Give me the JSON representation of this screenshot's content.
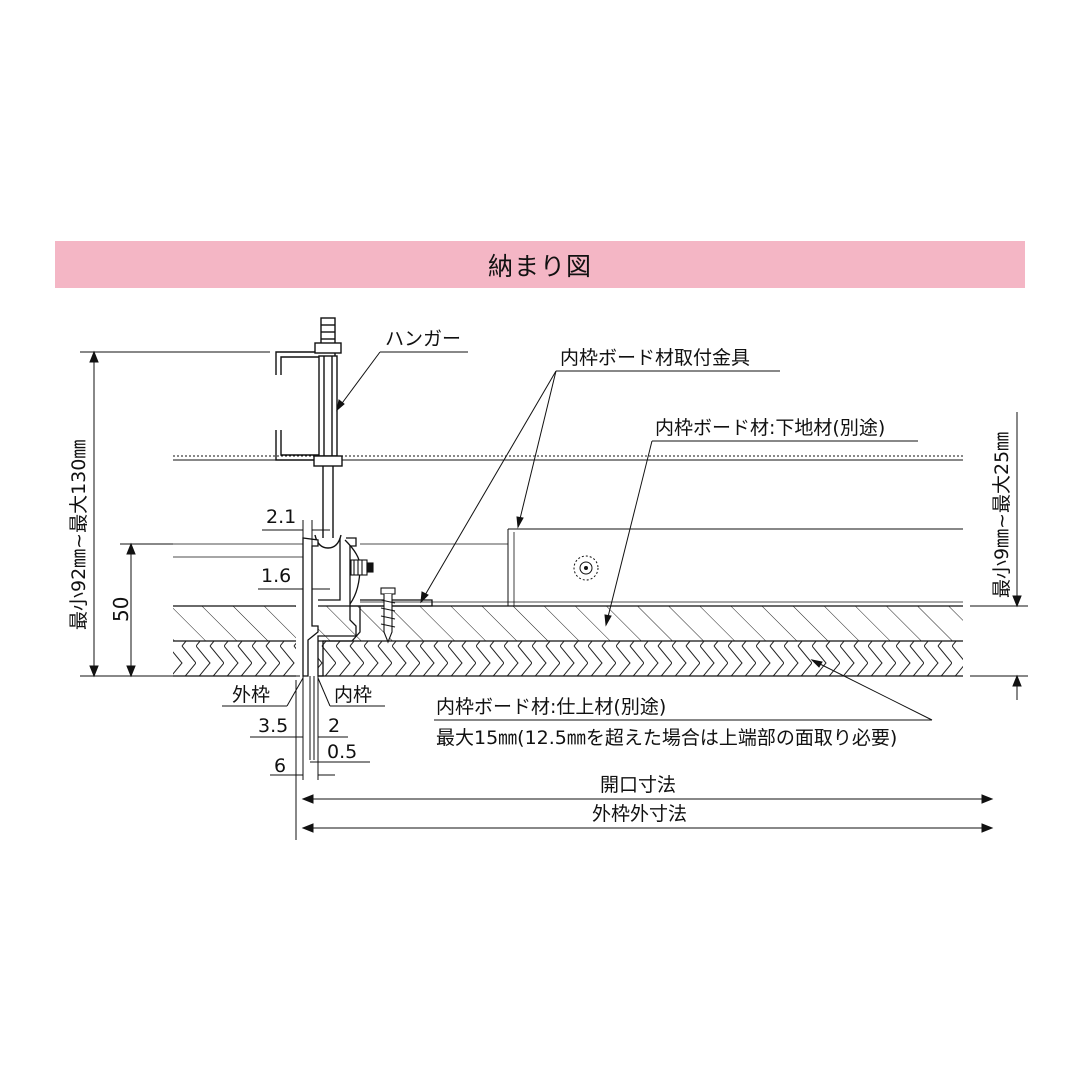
{
  "title": "納まり図",
  "colors": {
    "title_bar": "#f4b6c5",
    "line": "#111111"
  },
  "labels": {
    "hanger": "ハンガー",
    "bracket": "内枠ボード材取付金具",
    "base_board": "内枠ボード材:下地材(別途)",
    "finish_board": "内枠ボード材:仕上材(別途)",
    "finish_note": "最大15㎜(12.5㎜を超えた場合は上端部の面取り必要)",
    "outer_frame": "外枠",
    "inner_frame": "内枠",
    "opening_dim": "開口寸法",
    "outer_dim": "外枠外寸法"
  },
  "dimensions": {
    "left_range": "最小92㎜~最大130㎜",
    "right_range": "最小9㎜~最大25㎜",
    "height_50": "50",
    "d_2_1": "2.1",
    "d_1_6": "1.6",
    "d_3_5": "3.5",
    "d_2": "2",
    "d_0_5": "0.5",
    "d_6": "6"
  }
}
